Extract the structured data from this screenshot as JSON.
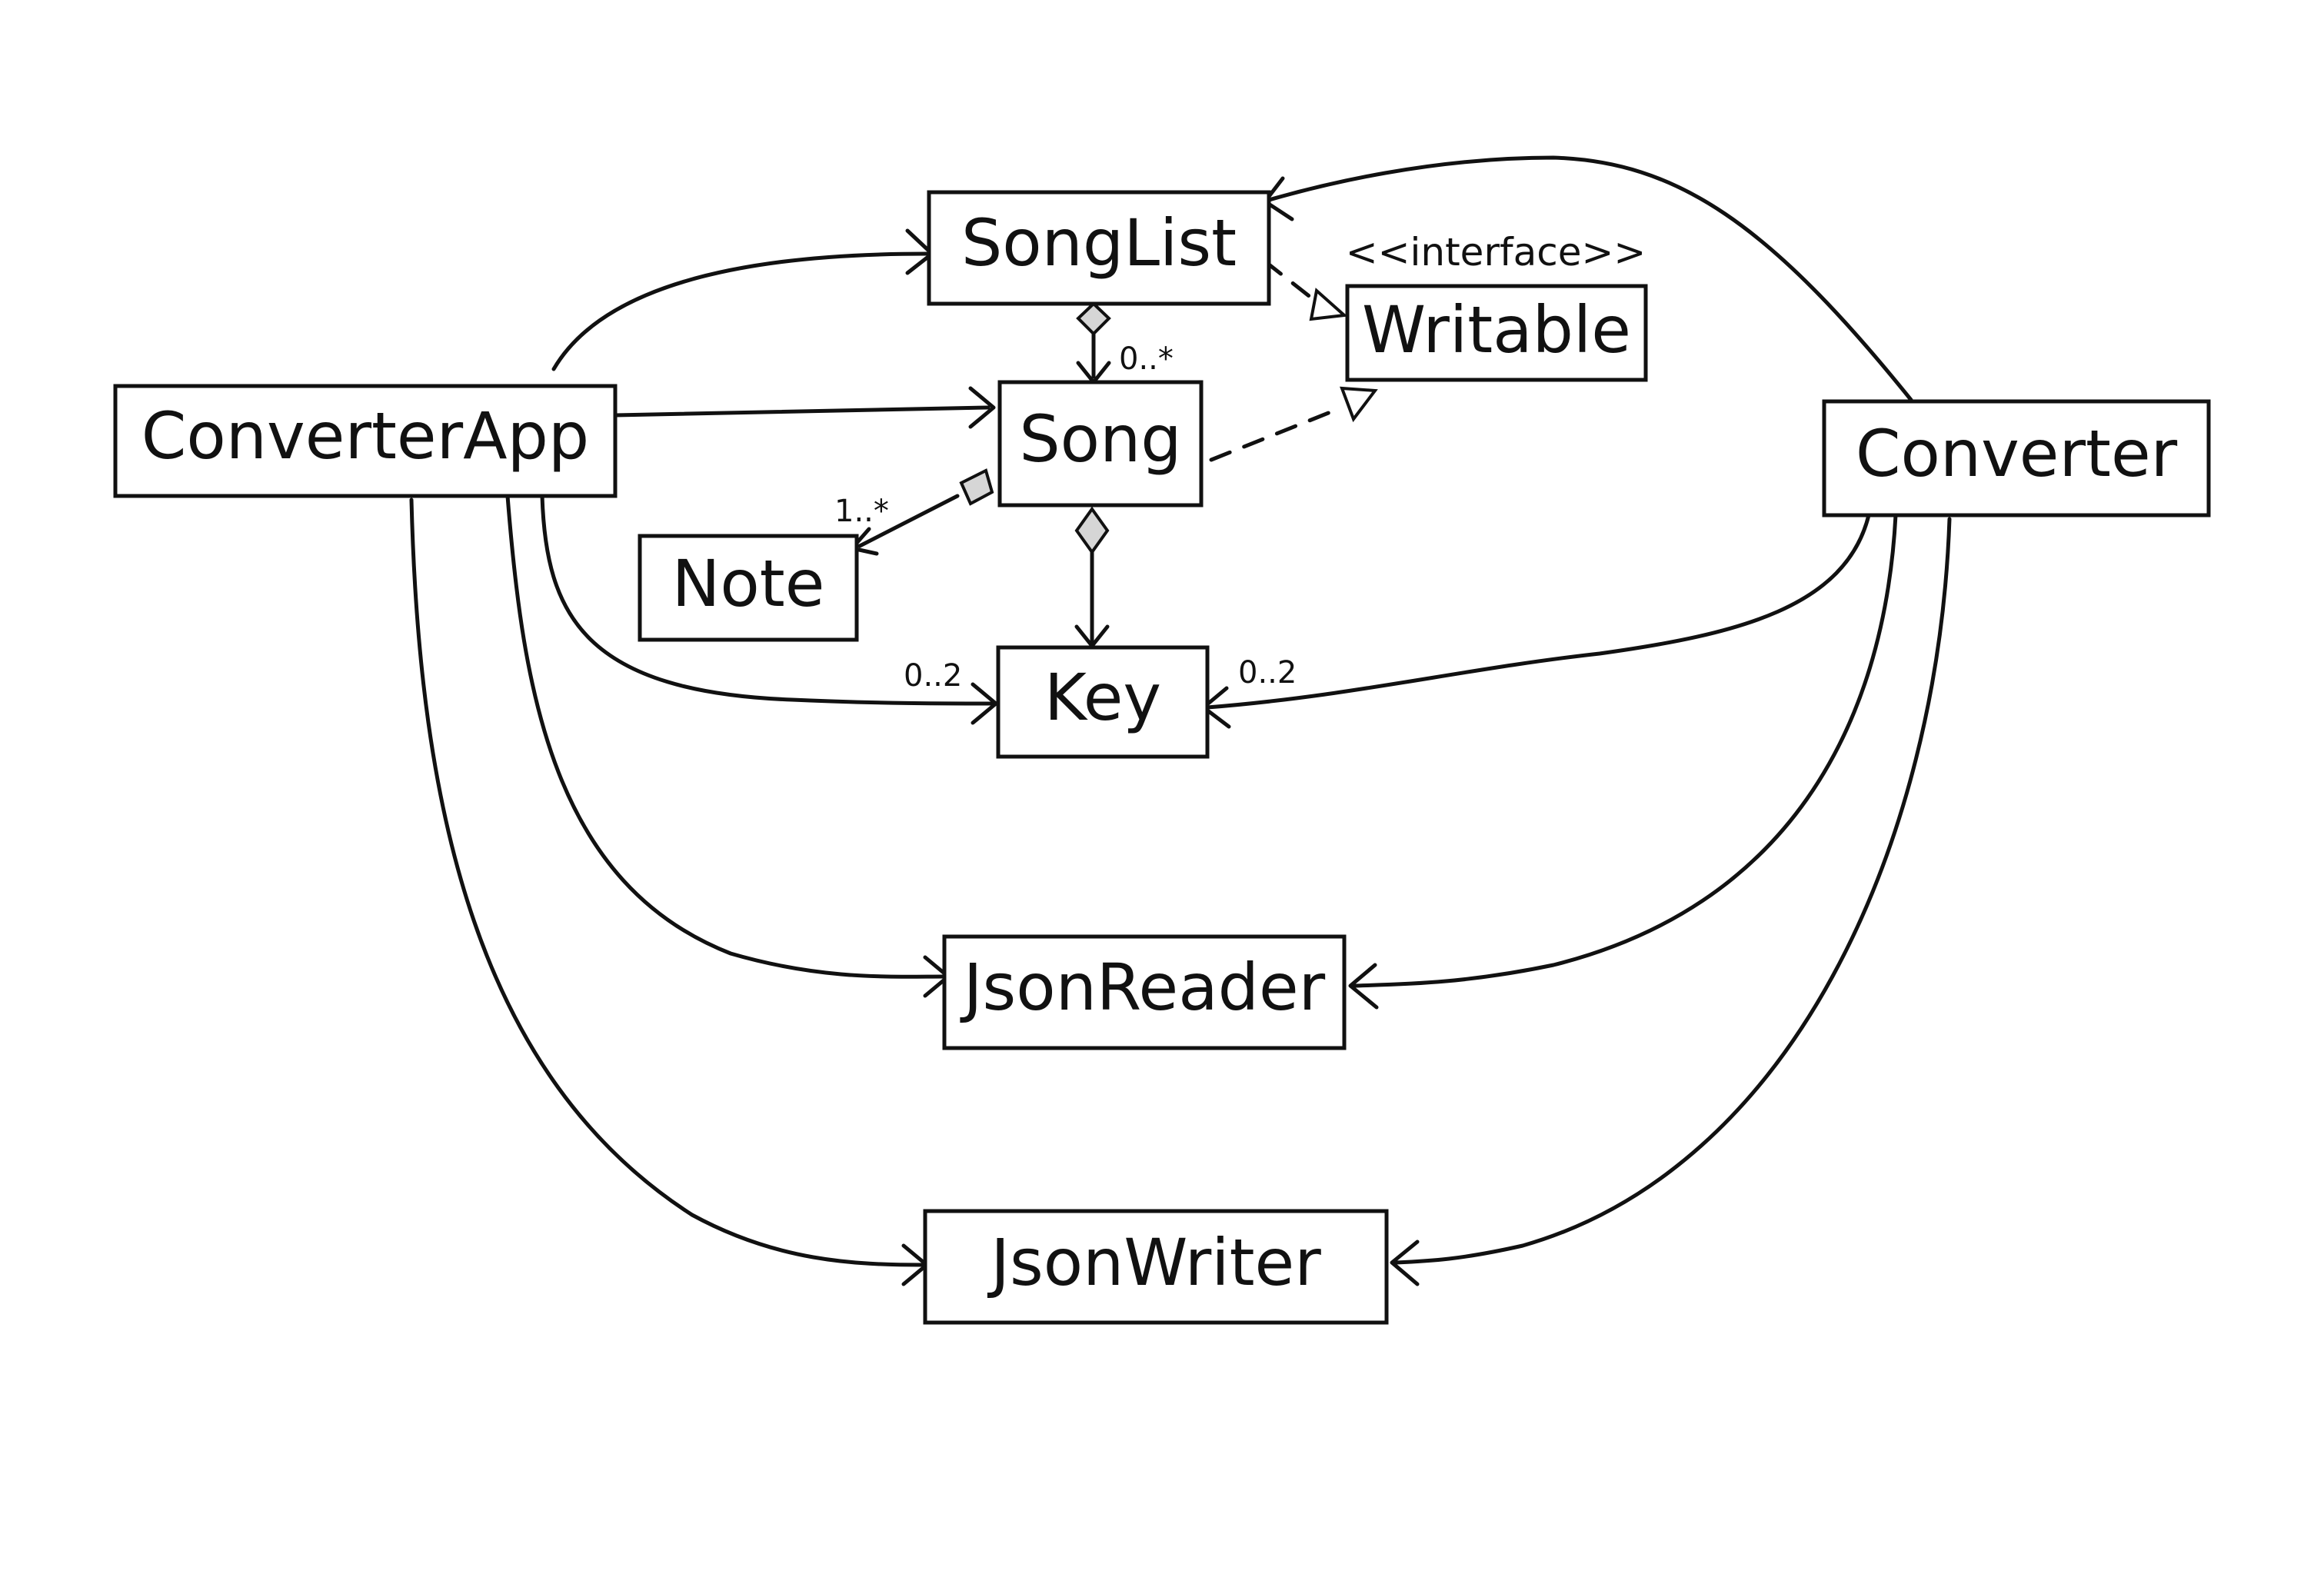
{
  "classes": {
    "songlist": "SongList",
    "writable": "Writable",
    "writable_stereotype": "<<interface>>",
    "converterapp": "ConverterApp",
    "song": "Song",
    "converter": "Converter",
    "note": "Note",
    "key": "Key",
    "jsonreader": "JsonReader",
    "jsonwriter": "JsonWriter"
  },
  "multiplicities": {
    "songlist_song": "0..*",
    "song_note": "1..*",
    "app_key": "0..2",
    "converter_key": "0..2"
  }
}
